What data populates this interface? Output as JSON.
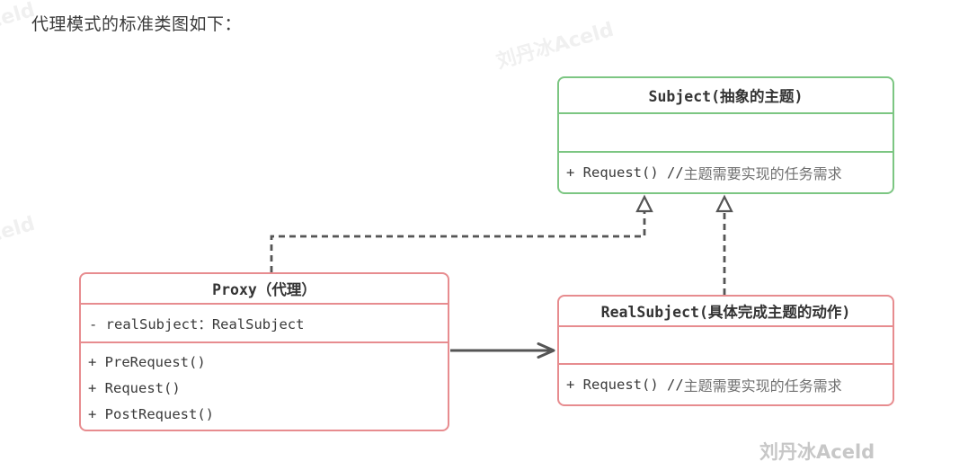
{
  "page_title": "代理模式的标准类图如下：",
  "colors": {
    "subject_border": "#7cc682",
    "proxy_border": "#e78c8f",
    "real_subject_border": "#e78c8f",
    "connector_line": "#555555",
    "code_text": "#3a3a3a",
    "comment_text": "#707070",
    "watermark_solid": "#c7c7c7",
    "watermark_faint": "#f0f0f0"
  },
  "classes": {
    "subject": {
      "title": "Subject(抽象的主题)",
      "attributes": "",
      "method_code": "+ Request() //",
      "method_comment": "主题需要实现的任务需求"
    },
    "proxy": {
      "title": "Proxy（代理）",
      "attribute": "- realSubject：RealSubject",
      "methods": [
        "+ PreRequest()",
        "+ Request()",
        "+ PostRequest()"
      ]
    },
    "real_subject": {
      "title": "RealSubject(具体完成主题的动作)",
      "attributes": "",
      "method_code": "+ Request() //",
      "method_comment": "主题需要实现的任务需求"
    }
  },
  "relations": [
    {
      "from": "Proxy",
      "to": "Subject",
      "type": "realization",
      "line": "dashed",
      "arrowhead": "hollow-triangle"
    },
    {
      "from": "RealSubject",
      "to": "Subject",
      "type": "realization",
      "line": "dashed",
      "arrowhead": "hollow-triangle"
    },
    {
      "from": "Proxy",
      "to": "RealSubject",
      "type": "association",
      "line": "solid",
      "arrowhead": "open"
    }
  ],
  "watermark_text": "刘丹冰Aceld"
}
